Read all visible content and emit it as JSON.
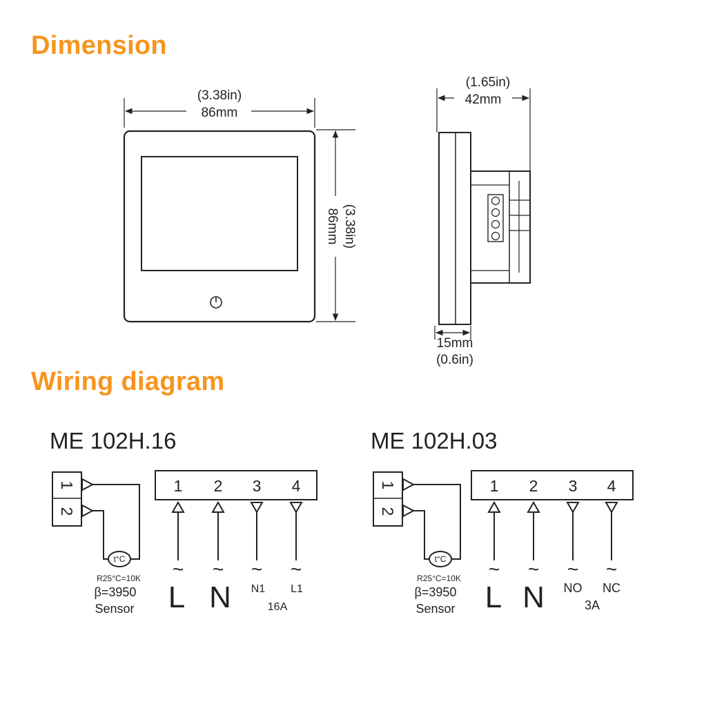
{
  "headings": {
    "dimension": "Dimension",
    "wiring": "Wiring diagram",
    "color": "#f7941d"
  },
  "front_view": {
    "width_in": "(3.38in)",
    "width_mm": "86mm",
    "height_mm": "86mm",
    "height_in": "(3.38in)",
    "power_icon": "power-icon"
  },
  "side_view": {
    "depth_in": "(1.65in)",
    "depth_mm": "42mm",
    "front_mm": "15mm",
    "front_in": "(0.6in)"
  },
  "wiring": [
    {
      "model": "ME 102H.16",
      "sensor_terminals": [
        "1",
        "2"
      ],
      "terminals": [
        "1",
        "2",
        "3",
        "4"
      ],
      "labels": [
        "L",
        "N",
        "N1",
        "L1"
      ],
      "rating": "16A",
      "sensor_symbol": "t°C",
      "sensor_spec1": "R25°C=10K",
      "sensor_spec2": "β=3950",
      "sensor_label": "Sensor"
    },
    {
      "model": "ME 102H.03",
      "sensor_terminals": [
        "1",
        "2"
      ],
      "terminals": [
        "1",
        "2",
        "3",
        "4"
      ],
      "labels": [
        "L",
        "N",
        "NO",
        "NC"
      ],
      "rating": "3A",
      "sensor_symbol": "t°C",
      "sensor_spec1": "R25°C=10K",
      "sensor_spec2": "β=3950",
      "sensor_label": "Sensor"
    }
  ]
}
